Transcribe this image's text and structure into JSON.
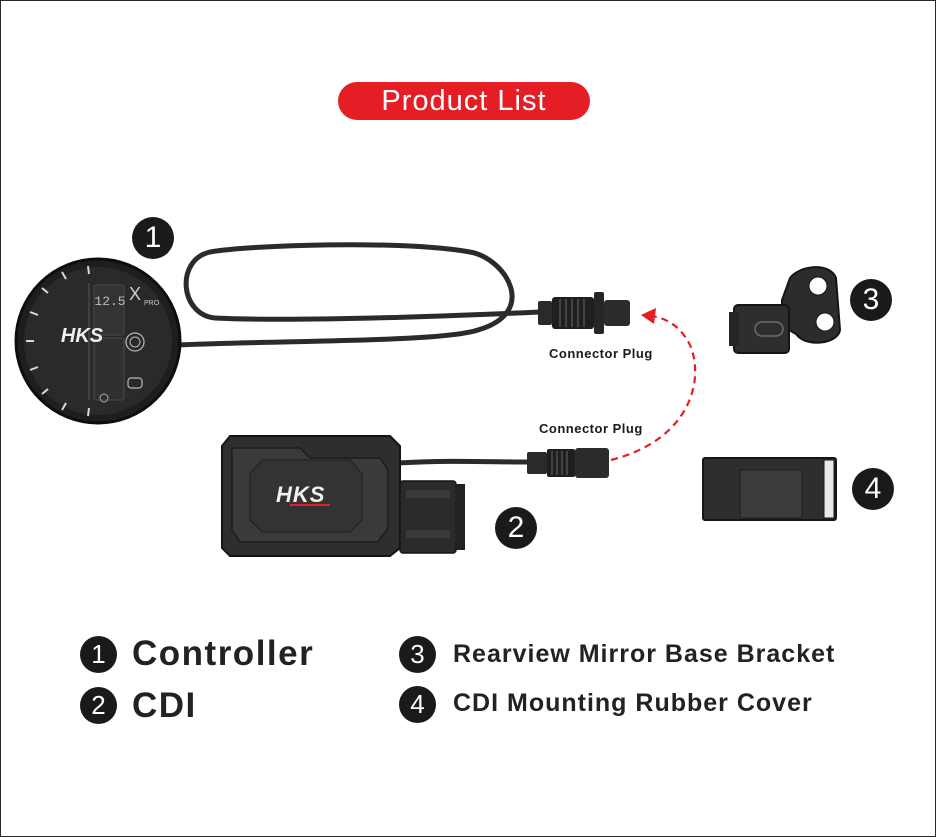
{
  "title": "Product List",
  "callouts": {
    "item1": "1",
    "item2": "2",
    "item3": "3",
    "item4": "4"
  },
  "connector_labels": {
    "upper": "Connector Plug",
    "lower": "Connector Plug"
  },
  "controller_display": {
    "logo": "HKS",
    "brand_mark": "X",
    "brand_mark_sub": "PRO",
    "readout": "12.5"
  },
  "cdi_logo": "HKS",
  "legend": [
    {
      "number": "1",
      "label": "Controller"
    },
    {
      "number": "2",
      "label": "CDI"
    },
    {
      "number": "3",
      "label": "Rearview Mirror Base Bracket"
    },
    {
      "number": "4",
      "label": "CDI Mounting Rubber Cover"
    }
  ],
  "colors": {
    "accent": "#e51d24",
    "dark": "#1a1a1a",
    "device_body": "#3a3a3a"
  }
}
